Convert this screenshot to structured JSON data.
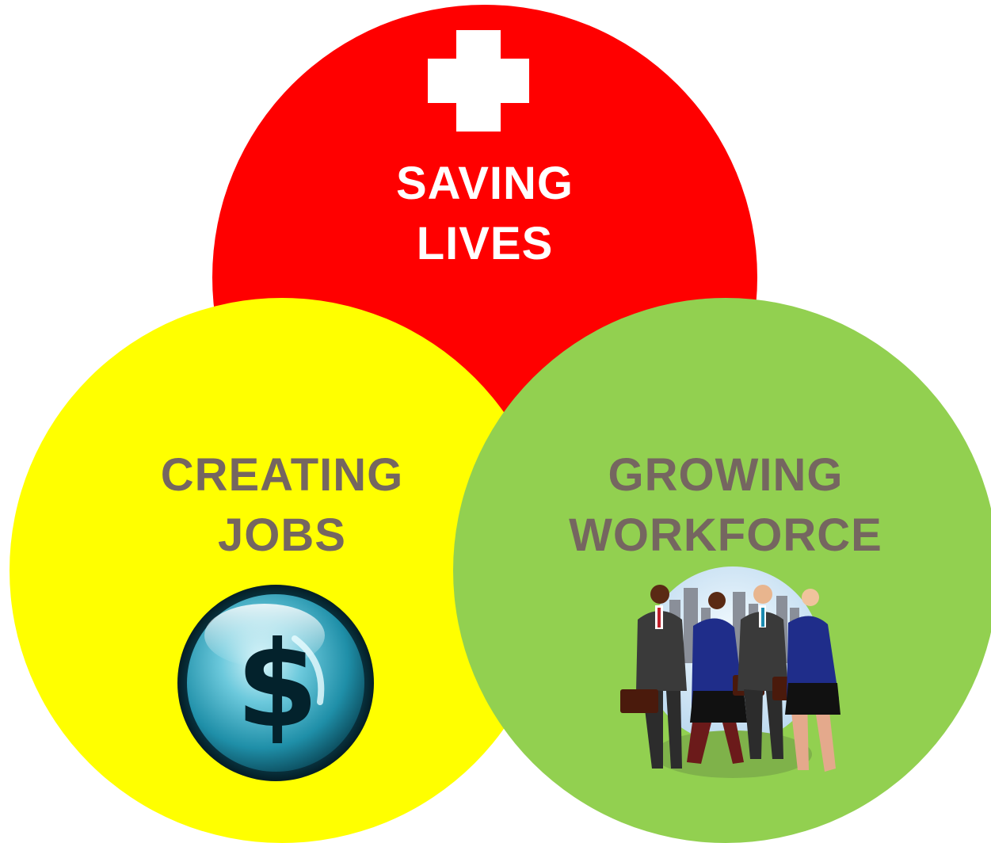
{
  "diagram": {
    "circles": [
      {
        "id": "saving-lives",
        "lines": [
          "SAVING",
          "LIVES"
        ],
        "fill": "#ff0000",
        "text_color": "#ffffff",
        "icon": "medical-cross-icon"
      },
      {
        "id": "creating-jobs",
        "lines": [
          "CREATING",
          "JOBS"
        ],
        "fill": "#ffff00",
        "text_color": "#756660",
        "icon": "dollar-coin-icon"
      },
      {
        "id": "growing-workforce",
        "lines": [
          "GROWING",
          "WORKFORCE"
        ],
        "fill": "#92d050",
        "text_color": "#756660",
        "icon": "business-people-clipart"
      }
    ]
  }
}
